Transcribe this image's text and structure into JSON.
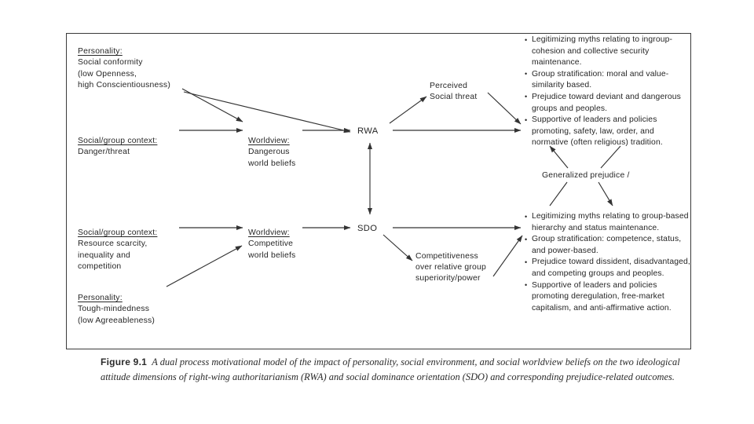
{
  "figure": {
    "number_label": "Figure 9.1",
    "caption_text": "A dual process motivational model of the impact of personality, social environment, and social worldview beliefs on the two ideological attitude dimensions of right-wing authoritarianism (RWA) and social dominance orientation (SDO) and corresponding prejudice-related outcomes.",
    "border_color": "#3a3a3a",
    "text_color": "#262626",
    "background_color": "#ffffff"
  },
  "nodes": {
    "personality_top": {
      "header": "Personality:",
      "body": "Social conformity\n(low Openness,\nhigh Conscientiousness)"
    },
    "context_top": {
      "header": "Social/group context:",
      "body": "Danger/threat"
    },
    "worldview_top": {
      "header": "Worldview:",
      "body": "Dangerous\nworld beliefs"
    },
    "rwa": {
      "label": "RWA"
    },
    "perceived_threat": {
      "text": "Perceived\nSocial threat"
    },
    "context_bottom": {
      "header": "Social/group context:",
      "body": "Resource scarcity,\ninequality and\ncompetition"
    },
    "personality_bottom": {
      "header": "Personality:",
      "body": "Tough-mindedness\n(low Agreeableness)"
    },
    "worldview_bottom": {
      "header": "Worldview:",
      "body": "Competitive\nworld beliefs"
    },
    "sdo": {
      "label": "SDO"
    },
    "competitiveness": {
      "text": "Competitiveness\nover relative group\nsuperiority/power"
    },
    "generalized_prejudice": {
      "text": "Generalized prejudice /"
    }
  },
  "outcomes_rwa": {
    "items": [
      "Legitimizing myths relating to ingroup-cohesion and collective security maintenance.",
      "Group stratification: moral and value-similarity based.",
      "Prejudice toward deviant and dangerous groups and peoples.",
      "Supportive of leaders and policies promoting, safety, law, order, and normative (often religious) tradition."
    ]
  },
  "outcomes_sdo": {
    "items": [
      "Legitimizing myths relating to group-based hierarchy and status maintenance.",
      "Group stratification: competence, status, and power-based.",
      "Prejudice toward dissident, disadvantaged, and competing groups and peoples.",
      "Supportive of leaders and policies promoting deregulation, free-market capitalism, and anti-affirmative action."
    ]
  },
  "connectors": {
    "description": "Directed arrows of the dual process model",
    "edges": [
      "personality_top -> worldview_top",
      "personality_top -> rwa",
      "context_top -> worldview_top",
      "worldview_top -> rwa",
      "rwa -> perceived_threat",
      "perceived_threat -> outcomes_rwa",
      "rwa -> outcomes_rwa",
      "rwa <-> sdo",
      "context_bottom -> worldview_bottom",
      "personality_bottom -> worldview_bottom",
      "worldview_bottom -> sdo",
      "sdo -> competitiveness",
      "competitiveness -> outcomes_sdo",
      "sdo -> outcomes_sdo",
      "generalized_prejudice -> outcomes_rwa",
      "generalized_prejudice -> outcomes_sdo"
    ]
  }
}
